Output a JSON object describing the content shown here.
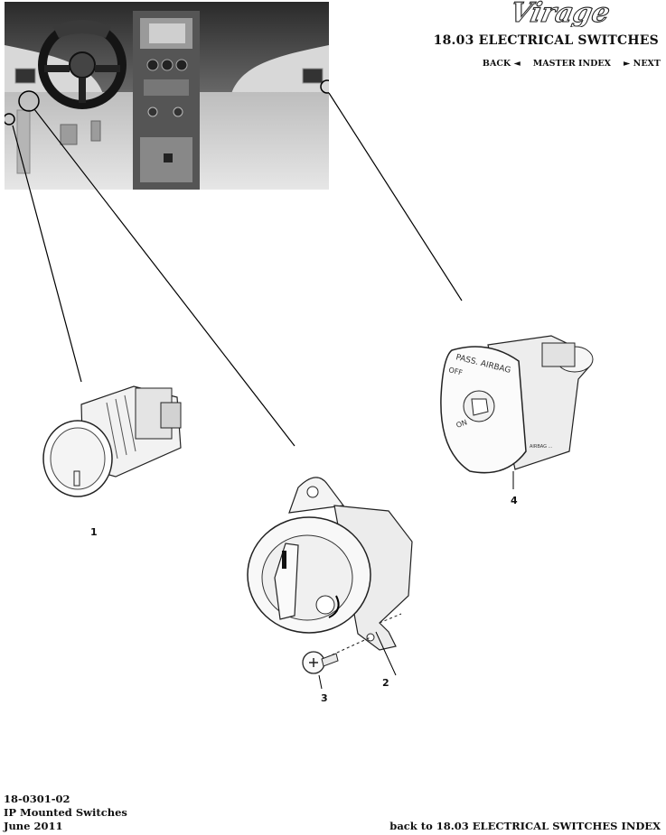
{
  "header": {
    "logo_text": "Virage",
    "section_title": "18.03 ELECTRICAL SWITCHES",
    "nav": {
      "back": "BACK ◄",
      "master_index": "MASTER INDEX",
      "next": "► NEXT"
    }
  },
  "switch_labels": {
    "pass_airbag": "PASS. AIRBAG",
    "off": "OFF",
    "on": "ON",
    "side_text": "AIRBAG ..."
  },
  "callouts": [
    "1",
    "2",
    "3",
    "4"
  ],
  "footer": {
    "ref": "18-0301-02",
    "title": "IP Mounted Switches",
    "date": "June 2011",
    "back_link": "back to 18.03 ELECTRICAL SWITCHES INDEX"
  }
}
